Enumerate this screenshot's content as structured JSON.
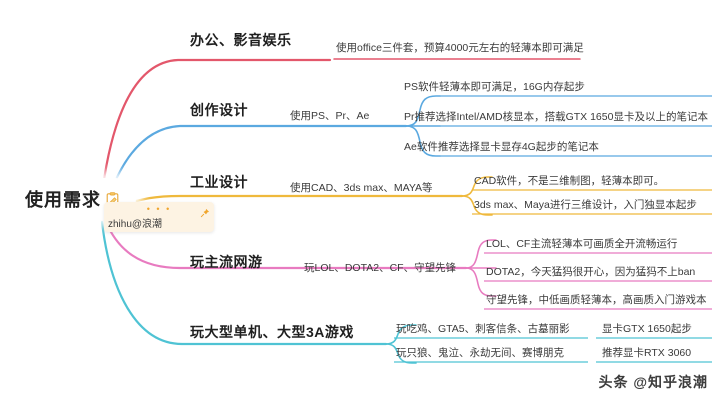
{
  "root": {
    "label": "使用需求",
    "note_icon": "note-edit-icon"
  },
  "note_card": {
    "dots": "• • •",
    "pin_icon": "pin-icon",
    "text": "zhihu@浪潮"
  },
  "watermark": {
    "text": "头条 @知乎浪潮"
  },
  "colors": {
    "branch_office": "#e3576b",
    "branch_creative": "#5ba9e0",
    "branch_industrial": "#efb93c",
    "branch_online_games": "#e87bc0",
    "branch_aaa_games": "#4fc3d4",
    "root_bg": "#ffffff",
    "note_card_bg": "#fdf3e3",
    "pin": "#f0a62e"
  },
  "branches": [
    {
      "id": "office",
      "topic": "办公、影音娱乐",
      "color": "#e3576b",
      "children": [
        {
          "label": "使用office三件套，预算4000元左右的轻薄本即可满足",
          "underline": true,
          "children": []
        }
      ]
    },
    {
      "id": "creative",
      "topic": "创作设计",
      "color": "#5ba9e0",
      "children": [
        {
          "label": "使用PS、Pr、Ae",
          "underline": false,
          "children": [
            {
              "label": "PS软件轻薄本即可满足，16G内存起步",
              "underline": true
            },
            {
              "label": "Pr推荐选择Intel/AMD核显本，搭载GTX 1650显卡及以上的笔记本",
              "underline": true
            },
            {
              "label": "Ae软件推荐选择显卡显存4G起步的笔记本",
              "underline": true
            }
          ]
        }
      ]
    },
    {
      "id": "industrial",
      "topic": "工业设计",
      "color": "#efb93c",
      "children": [
        {
          "label": "使用CAD、3ds max、MAYA等",
          "underline": false,
          "children": [
            {
              "label": "CAD软件，不是三维制图，轻薄本即可。",
              "underline": true
            },
            {
              "label": "3ds max、Maya进行三维设计，入门独显本起步",
              "underline": true
            }
          ]
        }
      ]
    },
    {
      "id": "online-games",
      "topic": "玩主流网游",
      "color": "#e87bc0",
      "children": [
        {
          "label": "玩LOL、DOTA2、CF、守望先锋",
          "underline": false,
          "children": [
            {
              "label": "LOL、CF主流轻薄本可画质全开流畅运行",
              "underline": true
            },
            {
              "label": "DOTA2，今天猛犸很开心，因为猛犸不上ban",
              "underline": true
            },
            {
              "label": "守望先锋，中低画质轻薄本，高画质入门游戏本",
              "underline": true
            }
          ]
        }
      ]
    },
    {
      "id": "aaa-games",
      "topic": "玩大型单机、大型3A游戏",
      "color": "#4fc3d4",
      "children": [
        {
          "label": "玩吃鸡、GTA5、刺客信条、古墓丽影",
          "underline": true,
          "children": [
            {
              "label": "显卡GTX 1650起步",
              "underline": true
            }
          ]
        },
        {
          "label": "玩只狼、鬼泣、永劫无间、赛博朋克",
          "underline": true,
          "children": [
            {
              "label": "推荐显卡RTX 3060",
              "underline": true
            }
          ]
        }
      ]
    }
  ]
}
